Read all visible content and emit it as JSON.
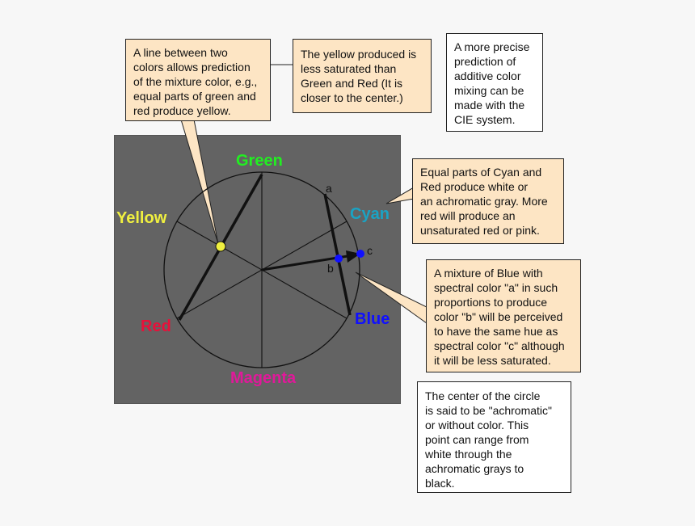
{
  "colors": {
    "panel": "#636363",
    "green": "#22ee22",
    "yellow": "#f0f040",
    "cyan": "#1aa3c4",
    "blue": "#1010ff",
    "red": "#e8103a",
    "magenta": "#e0199a",
    "note_tan": "#fde5c4"
  },
  "wheel_labels": {
    "green": "Green",
    "yellow": "Yellow",
    "cyan": "Cyan",
    "blue": "Blue",
    "red": "Red",
    "magenta": "Magenta"
  },
  "point_labels": {
    "a": "a",
    "b": "b",
    "c": "c"
  },
  "notes": {
    "line_between": [
      "A line between two",
      "colors allows prediction",
      "of the mixture color, e.g.,",
      "equal parts of green and",
      "red produce yellow."
    ],
    "yellow_saturation": [
      "The yellow produced is",
      "less saturated than",
      "Green and Red (It is",
      "closer to the center.)"
    ],
    "cie": [
      "A more precise",
      "prediction of",
      "additive color",
      "mixing can be",
      "made with the",
      "CIE system."
    ],
    "cyan_red": [
      "Equal parts of Cyan and",
      "Red produce white or",
      "an achromatic gray. More",
      "red will produce an",
      "unsaturated red or pink."
    ],
    "blue_mixture": [
      "A mixture of Blue with",
      "spectral color \"a\" in such",
      "proportions to produce",
      "color \"b\" will be perceived",
      "to have the same hue as",
      "spectral color \"c\" although",
      "it will be less saturated."
    ],
    "center": [
      "The center of the circle",
      "is said to be \"achromatic\"",
      "or without color. This",
      "point can range from",
      "white through the",
      "achromatic grays to",
      "black."
    ]
  }
}
